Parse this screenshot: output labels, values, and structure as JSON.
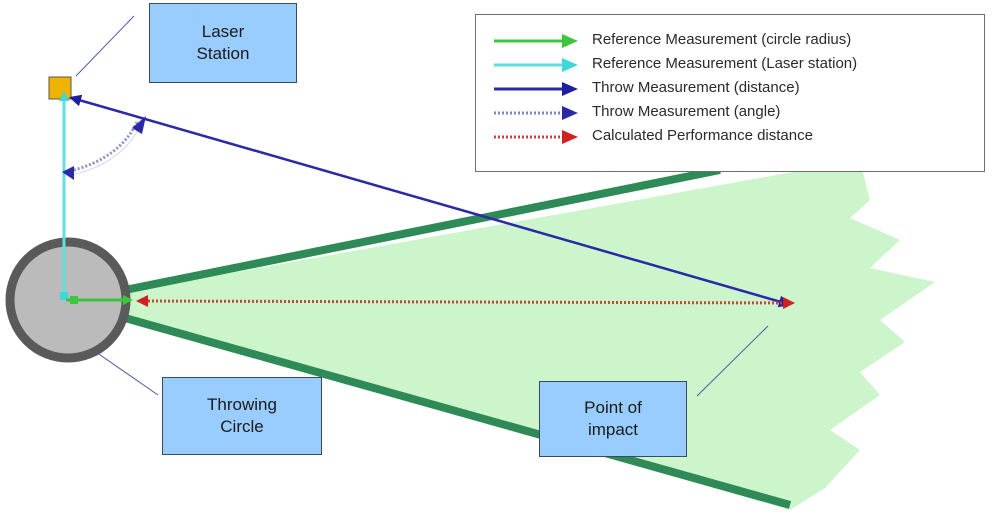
{
  "callouts": {
    "laser_station": [
      "Laser",
      "Station"
    ],
    "throwing_circle": [
      "Throwing",
      "Circle"
    ],
    "point_of_impact": [
      "Point of",
      "impact"
    ]
  },
  "legend": [
    {
      "label": "Reference Measurement (circle radius)",
      "color": "#3ec63e",
      "style": "solid"
    },
    {
      "label": "Reference Measurement (Laser station)",
      "color": "#5ee0e0",
      "style": "solid"
    },
    {
      "label": "Throw Measurement (distance)",
      "color": "#2a2aa8",
      "style": "solid"
    },
    {
      "label": "Throw Measurement (angle)",
      "color": "#7a86c8",
      "style": "dotted"
    },
    {
      "label": "Calculated Performance distance",
      "color": "#d04040",
      "style": "dotted"
    }
  ],
  "colors": {
    "sector_fill": "#ccf5cc",
    "sector_line": "#2e8b57",
    "circle_ring": "#5a5a5a",
    "circle_fill": "#bbbbbb",
    "laser_box": "#f0b400",
    "callout_fill": "#99ccff"
  }
}
